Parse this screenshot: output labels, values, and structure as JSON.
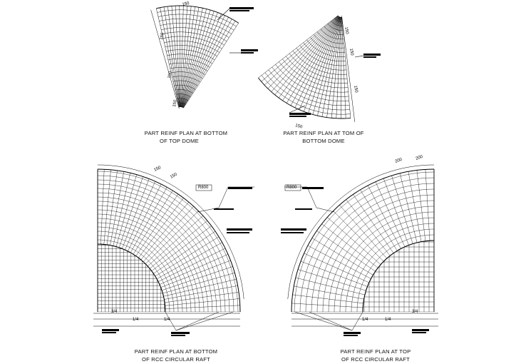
{
  "drawings": [
    {
      "id": "top-dome-bottom",
      "caption": [
        "PART REINF PLAN AT BOTTOM",
        "OF TOP DOME"
      ],
      "dims": [
        "150",
        "150",
        "150",
        "150"
      ]
    },
    {
      "id": "bottom-dome-top",
      "caption": [
        "PART REINF PLAN AT TOM OF",
        "BOTTOM DOME"
      ],
      "dims": [
        "150",
        "150",
        "150",
        "150"
      ]
    },
    {
      "id": "raft-bottom",
      "caption": [
        "PART REINF PLAN AT BOTTOM",
        "OF RCC CIRCULAR RAFT"
      ],
      "dims": [
        "150",
        "150",
        "R800",
        "3/4",
        "1/4",
        "1/4"
      ]
    },
    {
      "id": "raft-top",
      "caption": [
        "PART REINF PLAN AT TOP",
        "OF RCC CIRCULAR RAFT"
      ],
      "dims": [
        "200",
        "200",
        "R800",
        "3/4",
        "1/4",
        "1/4"
      ]
    }
  ]
}
